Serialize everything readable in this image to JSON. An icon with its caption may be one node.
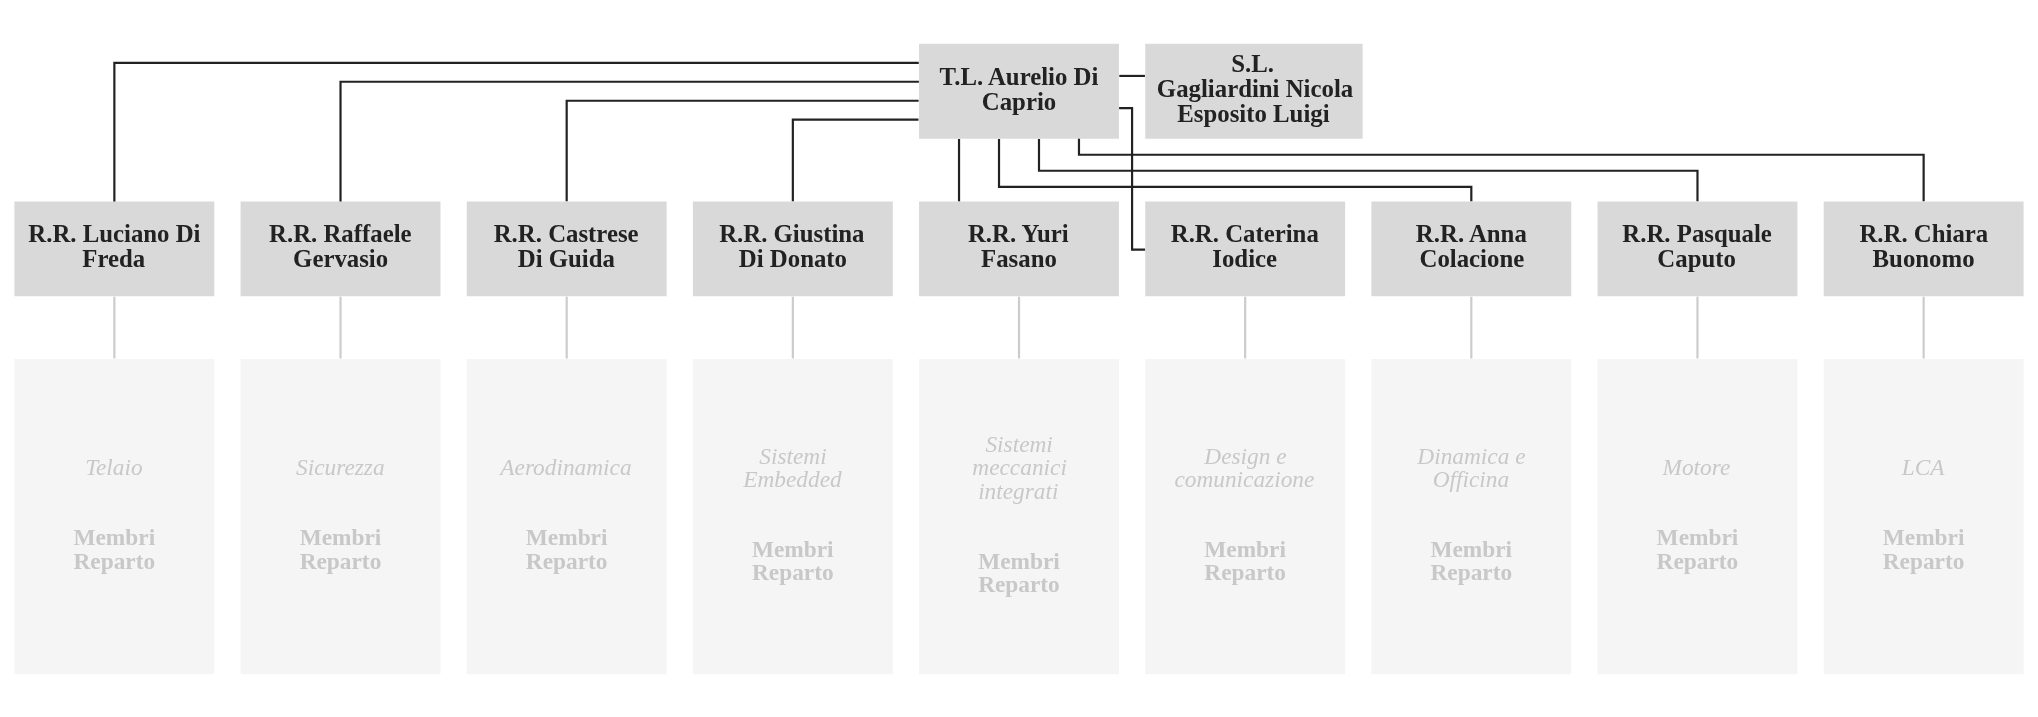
{
  "diagram": {
    "nodes": [
      {
        "text": [
          "T.L. Aurelio Di Caprio"
        ]
      },
      {
        "text": [
          "S.L.",
          "Gagliardini Nicola",
          "Esposito Luigi"
        ]
      },
      {
        "text": [
          "R.R. Luciano Di Freda"
        ]
      },
      {
        "text": [
          "R.R. Raffaele Gervasio"
        ]
      },
      {
        "text": [
          "R.R. Castrese Di Guida"
        ]
      },
      {
        "text": [
          "R.R. Giustina Di Donato"
        ]
      },
      {
        "text": [
          "R.R. Yuri Fasano"
        ]
      },
      {
        "text": [
          "R.R. Caterina Iodice"
        ]
      },
      {
        "text": [
          "R.R. Anna Colacione"
        ]
      },
      {
        "text": [
          "R.R. Pasquale Caputo"
        ]
      },
      {
        "text": [
          "R.R. Chiara Buonomo"
        ]
      },
      {
        "text": [
          "Telaio",
          "Membri Reparto"
        ]
      },
      {
        "text": [
          "Sicurezza",
          "Membri Reparto"
        ]
      },
      {
        "text": [
          "Aerodinamica",
          "Membri Reparto"
        ]
      },
      {
        "text": [
          "Sistemi Embedded",
          "Membri Reparto"
        ]
      },
      {
        "text": [
          "Sistemi meccanici integrati",
          "Membri Reparto"
        ]
      },
      {
        "text": [
          "Design e comunicazione",
          "Membri Reparto"
        ]
      },
      {
        "text": [
          "Dinamica e Officina",
          "Membri Reparto"
        ]
      },
      {
        "text": [
          "Motore",
          "Membri Reparto"
        ]
      },
      {
        "text": [
          "LCA",
          "Membri Reparto"
        ]
      }
    ],
    "edges": [
      {
        "from": 0,
        "to": 1,
        "arrow": "none"
      },
      {
        "from": 0,
        "to": 2,
        "arrow": "none"
      },
      {
        "from": 0,
        "to": 3,
        "arrow": "none"
      },
      {
        "from": 0,
        "to": 4,
        "arrow": "none"
      },
      {
        "from": 0,
        "to": 5,
        "arrow": "none"
      },
      {
        "from": 0,
        "to": 6,
        "arrow": "none"
      },
      {
        "from": 0,
        "to": 7,
        "arrow": "none"
      },
      {
        "from": 0,
        "to": 8,
        "arrow": "none"
      },
      {
        "from": 0,
        "to": 9,
        "arrow": "none"
      },
      {
        "from": 0,
        "to": 10,
        "arrow": "none"
      },
      {
        "from": 2,
        "to": 11,
        "arrow": "none",
        "color": "#cccccc"
      },
      {
        "from": 3,
        "to": 12,
        "arrow": "none",
        "color": "#cccccc"
      },
      {
        "from": 4,
        "to": 13,
        "arrow": "none",
        "color": "#cccccc"
      },
      {
        "from": 5,
        "to": 14,
        "arrow": "none",
        "color": "#cccccc"
      },
      {
        "from": 6,
        "to": 15,
        "arrow": "none",
        "color": "#cccccc"
      },
      {
        "from": 7,
        "to": 16,
        "arrow": "none",
        "color": "#cccccc"
      },
      {
        "from": 8,
        "to": 17,
        "arrow": "none",
        "color": "#cccccc"
      },
      {
        "from": 9,
        "to": 18,
        "arrow": "none",
        "color": "#cccccc"
      },
      {
        "from": 10,
        "to": 19,
        "arrow": "none",
        "color": "#cccccc"
      }
    ]
  }
}
